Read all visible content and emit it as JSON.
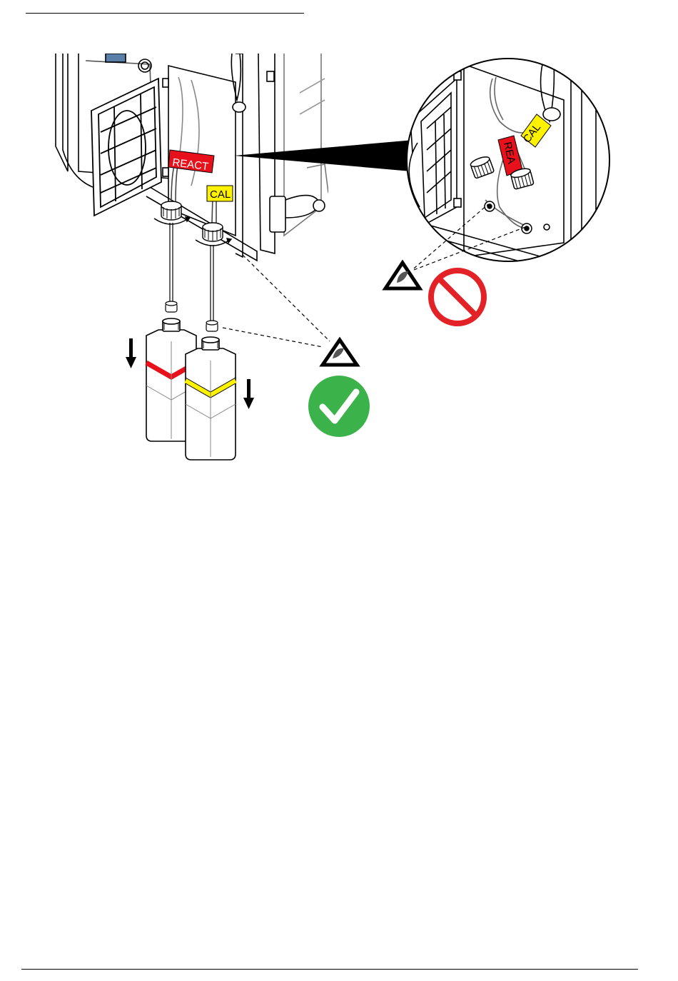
{
  "figure": {
    "labels": {
      "react": "REACT",
      "cal": "CAL",
      "zoom_react": "REA",
      "zoom_cal": "CAL"
    },
    "icons": {
      "correct": "check-icon",
      "incorrect": "prohibited-icon",
      "view": "eye-view-icon",
      "arrow": "down-arrow-icon"
    },
    "colors": {
      "react_red": "#e8111b",
      "cal_yellow": "#fff200",
      "check_green": "#3cb34a",
      "prohibit_red": "#e32227"
    }
  }
}
